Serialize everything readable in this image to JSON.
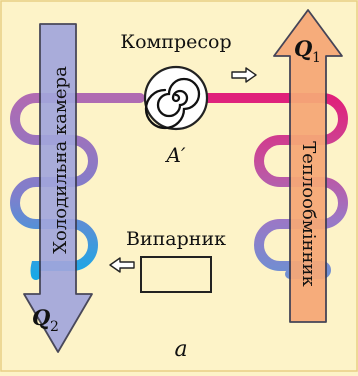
{
  "labels": {
    "compressor": "Компресор",
    "evaporator": "Випарник",
    "cold_chamber": "Холодильна камера",
    "heat_exchanger": "Теплообмінник",
    "work": "A′",
    "q1": "Q",
    "q1_sub": "1",
    "q2": "Q",
    "q2_sub": "2",
    "panel": "а"
  },
  "colors": {
    "background": "#fdf3c8",
    "hot_pipe": "#e0207a",
    "warm_pipe": "#a862b6",
    "cool_pipe": "#6a8bd0",
    "cold_pipe": "#1aa8e6",
    "cold_arrow": "#a2a6dc",
    "hot_arrow": "#f6a877"
  }
}
